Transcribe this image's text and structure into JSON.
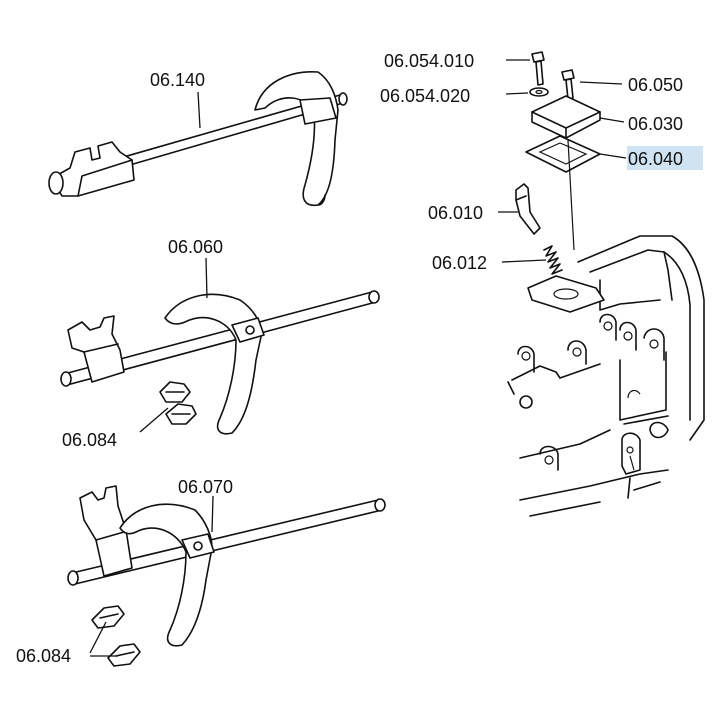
{
  "colors": {
    "highlight": "#cfe3f2",
    "ink": "#111111",
    "background": "#ffffff"
  },
  "callouts": {
    "shift_rod_top": "06.140",
    "shift_rod_middle": "06.060",
    "shift_rod_bottom": "06.070",
    "shoe_middle": "06.084",
    "shoe_bottom": "06.084",
    "bolt_left": "06.054.010",
    "washer": "06.054.020",
    "bolt_right": "06.050",
    "cover_plate": "06.030",
    "gasket": "06.040",
    "detent_pin": "06.010",
    "detent_spring": "06.012"
  },
  "highlighted_callout": "06.040"
}
